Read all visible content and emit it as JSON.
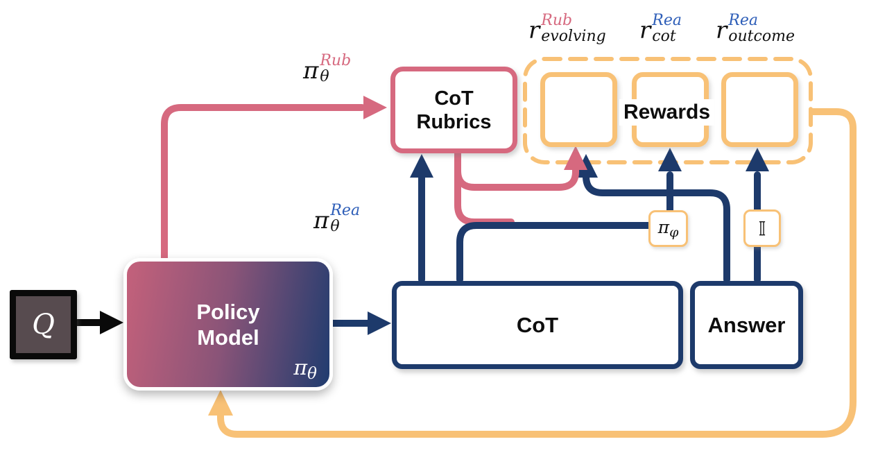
{
  "figure": {
    "background": "#ffffff"
  },
  "colors": {
    "pink": "#d6697f",
    "navy": "#1d3a6b",
    "orange": "#f8c176",
    "accent_blue": "#2e5eb8",
    "text_black": "#0d0d0d",
    "query_bg": "#574b4f",
    "policy_gradient_left": "#c4617b",
    "policy_gradient_right": "#203c6f"
  },
  "boxes": {
    "query": {
      "label": "Q"
    },
    "policy": {
      "label": "Policy Model",
      "symbol": {
        "base": "π",
        "sub": "θ"
      }
    },
    "cot_rubrics": {
      "label": "CoT Rubrics"
    },
    "rewards": {
      "label": "Rewards"
    },
    "cot": {
      "label": "CoT"
    },
    "answer": {
      "label": "Answer"
    },
    "judge": {
      "base": "π",
      "sub": "φ"
    },
    "indicator": {
      "label": "𝕀"
    }
  },
  "math_labels": {
    "r_evolving": {
      "base": "r",
      "sup": "Rub",
      "sub": "evolving"
    },
    "r_cot": {
      "base": "r",
      "sup": "Rea",
      "sub": "cot"
    },
    "r_outcome": {
      "base": "r",
      "sup": "Rea",
      "sub": "outcome"
    },
    "pi_rub": {
      "base": "π",
      "sup": "Rub",
      "sub": "θ"
    },
    "pi_rea": {
      "base": "π",
      "sup": "Rea",
      "sub": "θ"
    }
  }
}
